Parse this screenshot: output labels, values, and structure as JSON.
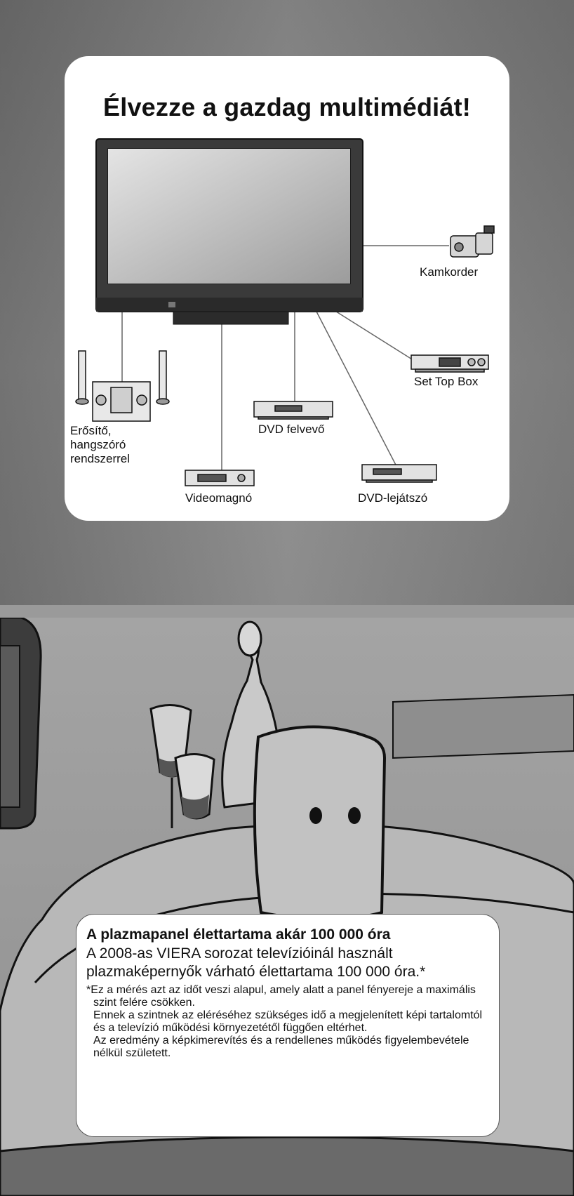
{
  "top_card": {
    "title": "Élvezze a gazdag multimédiát!",
    "devices": {
      "camcorder": "Kamkorder",
      "set_top_box": "Set Top Box",
      "amplifier": "Erősítő, hangszóró rendszerrel",
      "dvd_recorder": "DVD felvevő",
      "vcr": "Videomagnó",
      "dvd_player": "DVD-lejátszó"
    }
  },
  "bottom_card": {
    "headline": "A plazmapanel élettartama akár 100 000 óra",
    "lead": "A 2008-as VIERA sorozat televízióinál használt plazmaképernyők várható élettartama 100 000 óra.*",
    "footnote_1": "*Ez a mérés azt az időt veszi alapul, amely alatt a panel fényereje a maximális szint felére csökken.",
    "footnote_2": "Ennek a szintnek az eléréséhez szükséges idő a megjelenített képi tartalomtól és a televízió működési környezetétől függően eltérhet.",
    "footnote_3": "Az eredmény a képkimerevítés és a rendellenes működés figyelembevétele nélkül született."
  }
}
